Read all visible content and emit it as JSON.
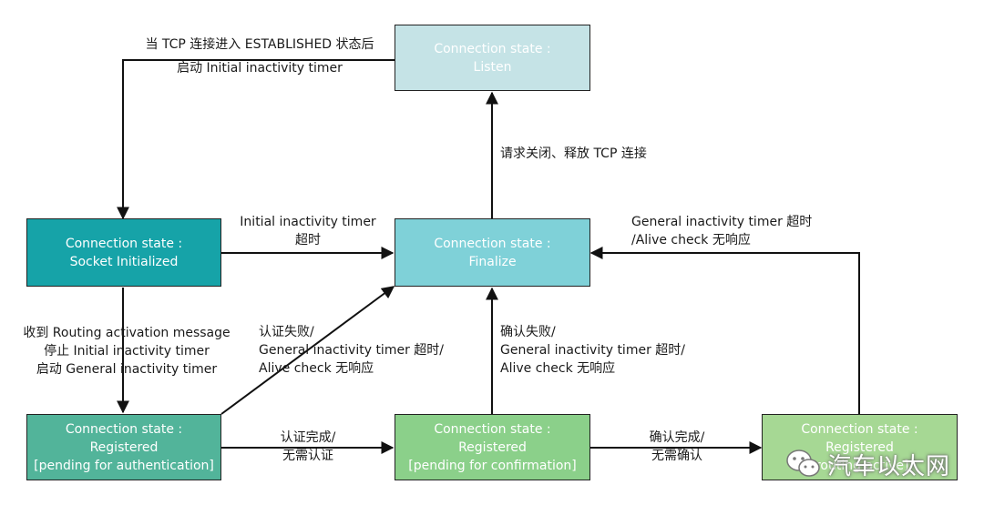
{
  "nodes": {
    "listen": {
      "line1": "Connection state :",
      "line2": "Listen",
      "fill": "#c5e3e6",
      "text": "#ffffff"
    },
    "socket_initialized": {
      "line1": "Connection state :",
      "line2": "Socket Initialized",
      "fill": "#16a3a8",
      "text": "#ffffff"
    },
    "finalize": {
      "line1": "Connection state :",
      "line2": "Finalize",
      "fill": "#7fd1d8",
      "text": "#ffffff"
    },
    "pending_auth": {
      "line1": "Connection state :",
      "line2": "Registered",
      "line3": "[pending for authentication]",
      "fill": "#52b49a",
      "text": "#ffffff"
    },
    "pending_confirm": {
      "line1": "Connection state :",
      "line2": "Registered",
      "line3": "[pending for confirmation]",
      "fill": "#8bd08a",
      "text": "#ffffff"
    },
    "registered_active": {
      "line1": "Connection state :",
      "line2": "Registered",
      "line3": "[routing active]",
      "fill": "#a6d894",
      "text": "#ffffff"
    }
  },
  "edges": {
    "listen_to_socket": {
      "line1": "当 TCP 连接进入 ESTABLISHED 状态后",
      "line2": "启动 Initial inactivity timer"
    },
    "finalize_to_listen": {
      "line1": "请求关闭、释放 TCP 连接"
    },
    "socket_to_finalize": {
      "line1": "Initial inactivity timer",
      "line2": "超时"
    },
    "active_to_finalize": {
      "line1": "General inactivity timer 超时",
      "line2": "/Alive check 无响应"
    },
    "socket_to_auth": {
      "line1": "收到 Routing activation message",
      "line2": "停止 Initial inactivity timer",
      "line3": "启动 General inactivity timer"
    },
    "auth_to_finalize": {
      "line1": "认证失败/",
      "line2": "General inactivity timer 超时/",
      "line3": "Alive check 无响应"
    },
    "confirm_to_finalize": {
      "line1": "确认失败/",
      "line2": "General inactivity timer 超时/",
      "line3": "Alive check 无响应"
    },
    "auth_to_confirm": {
      "line1": "认证完成/",
      "line2": "无需认证"
    },
    "confirm_to_active": {
      "line1": "确认完成/",
      "line2": "无需确认"
    }
  },
  "watermark": {
    "icon": "wechat-icon",
    "text": "汽车以太网"
  },
  "colors": {
    "edge": "#111111"
  }
}
